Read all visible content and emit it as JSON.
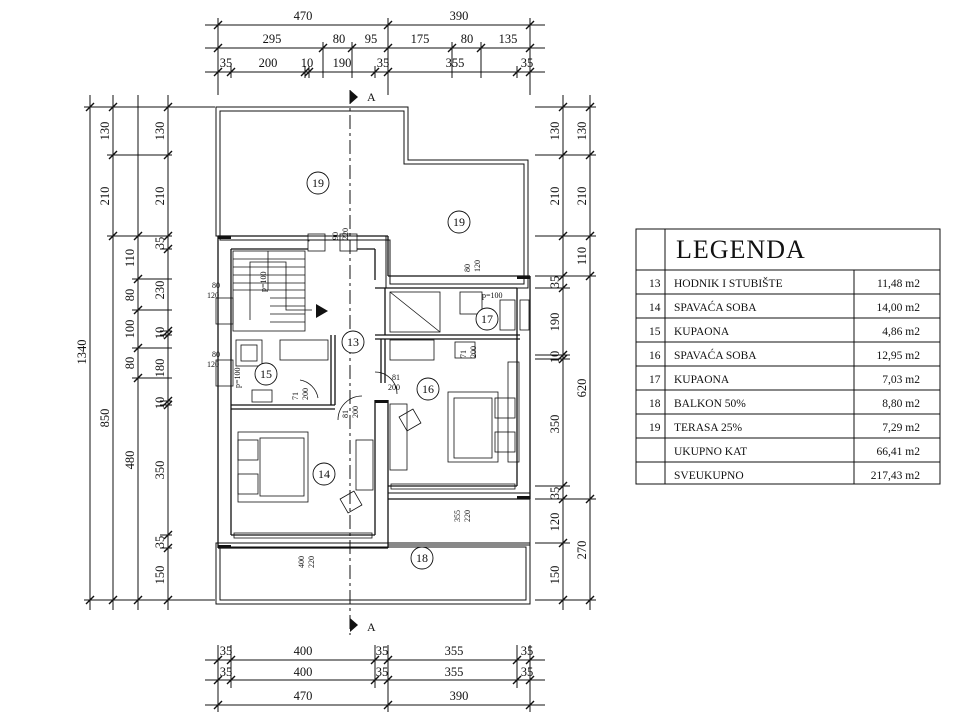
{
  "legend": {
    "title": "LEGENDA",
    "rows": [
      {
        "num": "13",
        "name": "HODNIK I STUBIŠTE",
        "area": "11,48 m2"
      },
      {
        "num": "14",
        "name": "SPAVAĆA SOBA",
        "area": "14,00 m2"
      },
      {
        "num": "15",
        "name": "KUPAONA",
        "area": "4,86 m2"
      },
      {
        "num": "16",
        "name": "SPAVAĆA SOBA",
        "area": "12,95 m2"
      },
      {
        "num": "17",
        "name": "KUPAONA",
        "area": "7,03 m2"
      },
      {
        "num": "18",
        "name": "BALKON 50%",
        "area": "8,80 m2"
      },
      {
        "num": "19",
        "name": "TERASA 25%",
        "area": "7,29 m2"
      },
      {
        "num": "",
        "name": "UKUPNO KAT",
        "area": "66,41 m2"
      },
      {
        "num": "",
        "name": "SVEUKUPNO",
        "area": "217,43 m2"
      }
    ]
  },
  "dims": {
    "top": {
      "total": [
        "470",
        "390"
      ],
      "mid": [
        "295",
        "80",
        "95",
        "175",
        "80",
        "135"
      ],
      "fine": [
        "35",
        "200",
        "10",
        "190",
        "35",
        "355",
        "35"
      ]
    },
    "bottom": {
      "fine": [
        "35",
        "400",
        "35",
        "355",
        "35"
      ],
      "mid": [
        "35",
        "400",
        "35",
        "355",
        "35"
      ],
      "total": [
        "470",
        "390"
      ]
    },
    "left": {
      "total": "1340",
      "overall": [
        "130",
        "210",
        "850"
      ],
      "mid": [
        "110",
        "80",
        "100",
        "80",
        "480"
      ],
      "fine": [
        "130",
        "210",
        "35",
        "230",
        "10",
        "180",
        "10",
        "350",
        "35",
        "150"
      ]
    },
    "right": {
      "a": [
        "130",
        "210",
        "110",
        "620",
        "270"
      ],
      "b": [
        "130",
        "210",
        "35",
        "190",
        "10",
        "350",
        "35",
        "120",
        "150"
      ]
    }
  },
  "rooms": {
    "r13": "13",
    "r14": "14",
    "r15": "15",
    "r16": "16",
    "r17": "17",
    "r18": "18",
    "r19a": "19",
    "r19b": "19"
  },
  "openings": {
    "o1_w": "80",
    "o1_h": "120",
    "o2_w": "80",
    "o2_h": "120",
    "o3_w": "80",
    "o3_h": "120",
    "o4_w": "90",
    "o4_h": "220",
    "o5_w": "80",
    "o5_h": "120",
    "o6_w": "81",
    "o6_h": "200",
    "o7_w": "71",
    "o7_h": "200",
    "o8_w": "71",
    "o8_h": "200",
    "o9_w": "81",
    "o9_h": "200",
    "o10_w": "355",
    "o10_h": "220",
    "o11_w": "400",
    "o11_h": "220",
    "p1": "p=100",
    "p2": "p=100",
    "p3": "p=100"
  },
  "section": {
    "top": "A",
    "bottom": "A"
  }
}
